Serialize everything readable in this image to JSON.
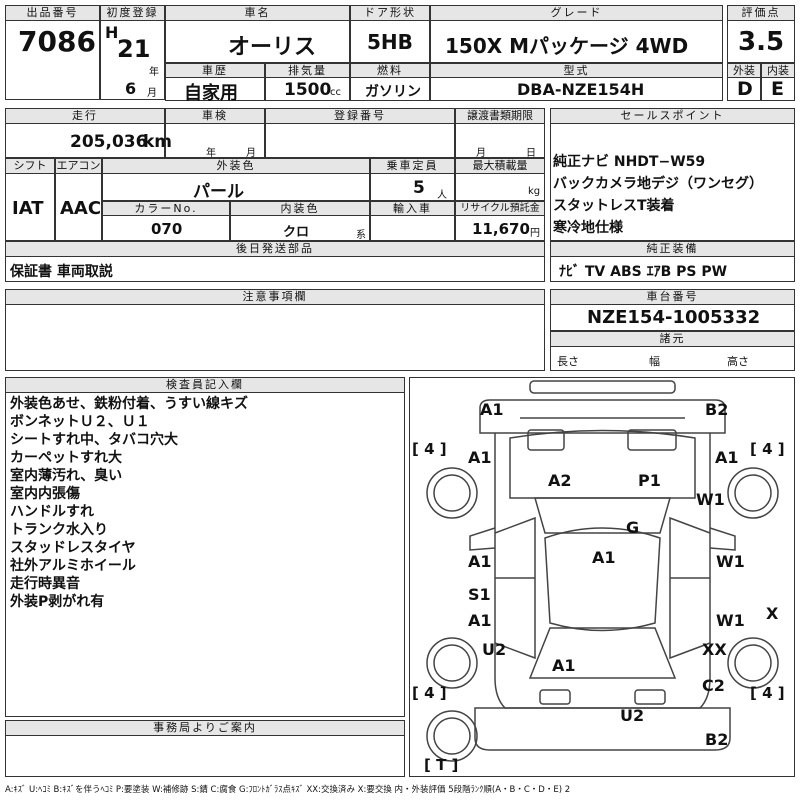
{
  "header": {
    "lot_label": "出品番号",
    "lot_number": "7086",
    "reg_label": "初度登録",
    "era": "H",
    "year": "21",
    "year_unit": "年",
    "month": "6",
    "month_unit": "月",
    "car_label": "車名",
    "car_name": "オーリス",
    "door_label": "ドア形状",
    "door": "5HB",
    "grade_label": "グレード",
    "grade": "150X Mパッケージ 4WD",
    "score_label": "評価点",
    "score": "3.5",
    "history_label": "車歴",
    "history": "自家用",
    "displacement_label": "排気量",
    "displacement": "1500",
    "displacement_unit": "cc",
    "fuel_label": "燃料",
    "fuel": "ガソリン",
    "model_label": "型式",
    "model": "DBA-NZE154H",
    "ext_label": "外装",
    "ext_grade": "D",
    "int_label": "内装",
    "int_grade": "E"
  },
  "row2": {
    "mileage_label": "走行",
    "mileage": "205,036",
    "mileage_unit": "km",
    "inspection_label": "車検",
    "ym_year": "年",
    "ym_month": "月",
    "regno_label": "登録番号",
    "transfer_label": "譲渡書類期限",
    "transfer_month": "月",
    "transfer_day": "日",
    "shift_label": "シフト",
    "shift": "IAT",
    "ac_label": "エアコン",
    "ac": "AAC",
    "color_label": "外装色",
    "color": "パール",
    "capacity_label": "乗車定員",
    "capacity": "5",
    "capacity_unit": "人",
    "load_label": "最大積載量",
    "load_unit": "kg",
    "colorno_label": "カラーNo.",
    "colorno": "070",
    "interior_label": "内装色",
    "interior": "クロ",
    "interior_unit": "系",
    "import_label": "輸入車",
    "recycle_label": "リサイクル預託金",
    "recycle": "11,670",
    "recycle_unit": "円"
  },
  "after_parts": {
    "label": "後日発送部品",
    "value": "保証書 車両取説"
  },
  "sales": {
    "label": "セールスポイント",
    "items": [
      "純正ナビ NHDT−W59",
      "バックカメラ地デジ（ワンセグ）",
      "スタットレスT装着",
      "寒冷地仕様"
    ]
  },
  "genuine": {
    "label": "純正装備",
    "value": "ﾅﾋﾞ TV ABS ｴｱB PS PW"
  },
  "notes": {
    "label": "注意事項欄"
  },
  "chassis": {
    "label": "車台番号",
    "value": "NZE154-1005332",
    "spec_label": "諸元",
    "length": "長さ",
    "width": "幅",
    "height": "高さ"
  },
  "inspector": {
    "label": "検査員記入欄",
    "lines": [
      "外装色あせ、鉄粉付着、うすい線キズ",
      "ボンネットＵ２、Ｕ１",
      "シートすれ中、タバコ穴大",
      "カーペットすれ大",
      "室内薄汚れ、臭い",
      "室内内張傷",
      "ハンドルすれ",
      "トランク水入り",
      "スタッドレスタイヤ",
      "社外アルミホイール",
      "走行時異音",
      "外装P剥がれ有"
    ]
  },
  "office": {
    "label": "事務局よりご案内"
  },
  "diagram": {
    "marks": {
      "fl_bumper": "A1",
      "fr_bumper": "B2",
      "tire_fl": "[ 4 ]",
      "tire_fr": "[ 4 ]",
      "tire_rl": "[ 4 ]",
      "tire_rr": "[ 4 ]",
      "fender_l": "A1",
      "fender_r": "A1",
      "hood_l": "A2",
      "hood_r": "P1",
      "fr_fender_w": "W1",
      "windshield": "G",
      "roof": "A1",
      "door_fl": "A1",
      "door_fr": "W1",
      "sill_l": "S1",
      "door_rl": "A1",
      "door_rr": "W1",
      "x_right": "X",
      "quarter_l": "U2",
      "quarter_r": "XX",
      "trunk": "A1",
      "rr_quarter": "C2",
      "rear_panel": "U2",
      "rear_bumper": "B2",
      "spare": "[ T ]"
    }
  },
  "legend": "A:ｷｽﾞ U:ﾍｺﾐ B:ｷｽﾞを伴うﾍｺﾐ P:要塗装 W:補修跡 S:錆 C:腐食 G:ﾌﾛﾝﾄｶﾞﾗｽ点ｷｽﾞ XX:交換済み X:要交換 内・外装評価 5段階ﾗﾝｸ順(A・B・C・D・E) 2"
}
